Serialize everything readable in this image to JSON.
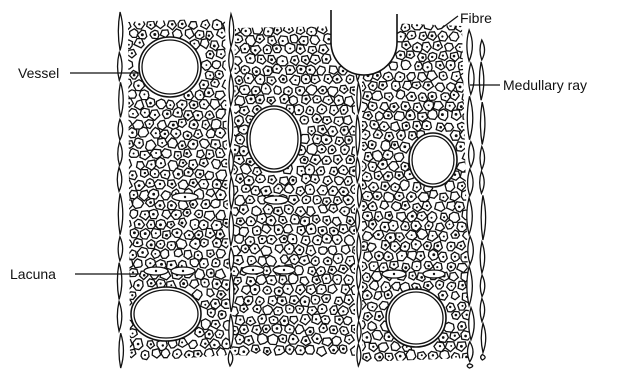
{
  "labels": {
    "fibre": "Fibre",
    "vessel": "Vessel",
    "medullary_ray": "Medullary ray",
    "lacuna": "Lacuna"
  },
  "colors": {
    "ink": "#111111",
    "paper": "#ffffff"
  }
}
